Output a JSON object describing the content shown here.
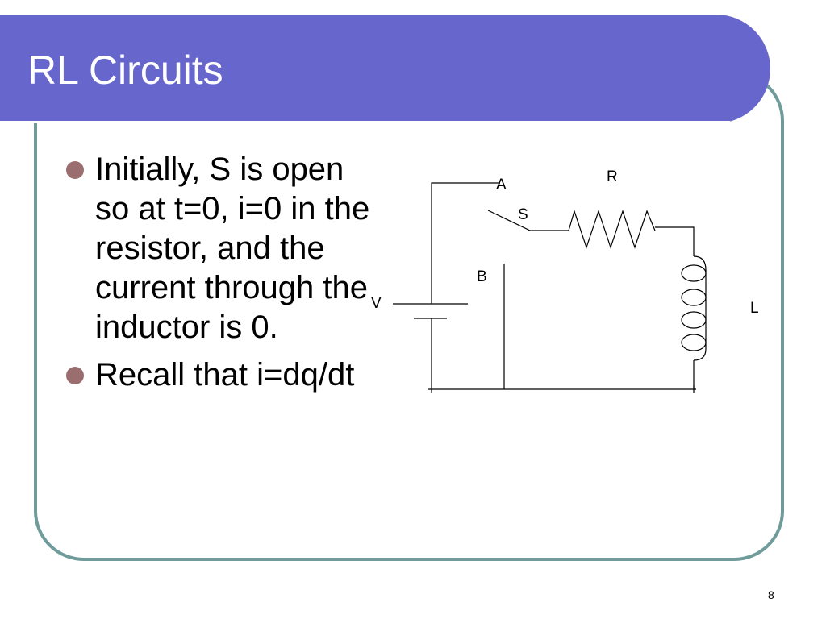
{
  "slide": {
    "title": "RL Circuits",
    "bullets": [
      "Initially, S is open so at t=0, i=0 in the resistor, and the current through the inductor is 0.",
      "Recall that i=dq/dt"
    ],
    "page_number": "8"
  },
  "circuit": {
    "labels": {
      "a": "A",
      "r": "R",
      "s": "S",
      "b": "B",
      "v": "V",
      "l": "L"
    }
  },
  "colors": {
    "title_bar": "#6666cc",
    "frame_border": "#6f9c9a",
    "bullet": "#9a6e6e"
  }
}
